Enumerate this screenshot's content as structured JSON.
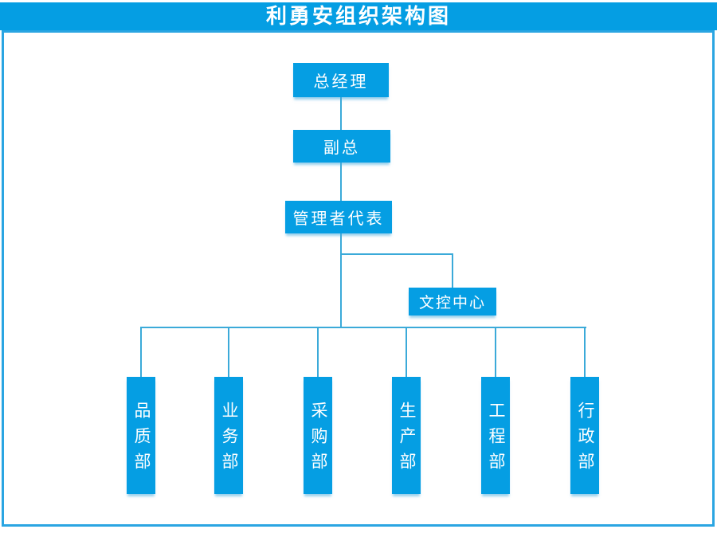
{
  "header": {
    "title": "利勇安组织架构图"
  },
  "org": {
    "general_manager": "总经理",
    "deputy_general_manager": "副总",
    "management_representative": "管理者代表",
    "document_control_center": "文控中心",
    "departments": [
      "品质部",
      "业务部",
      "采购部",
      "生产部",
      "工程部",
      "行政部"
    ]
  },
  "colors": {
    "primary_blue": "#059ee3",
    "connector_blue": "#3baad9",
    "panel_border_blue": "#2aa5e2",
    "node_text": "#ffffff",
    "background": "#ffffff"
  }
}
